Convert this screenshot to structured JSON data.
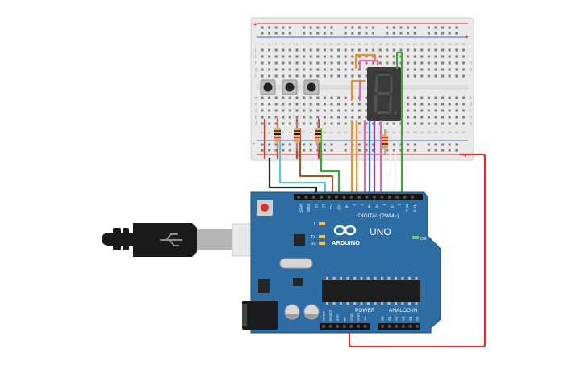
{
  "colors": {
    "board": "#2e6da4",
    "board_edge": "#1f4f7a",
    "breadboard": "#e9e9e9",
    "rail_red": "#d9332b",
    "rail_blue": "#3b6fb6",
    "wire_red": "#d9332b",
    "wire_black": "#222222",
    "wire_cyan": "#5bc4d8",
    "wire_brown": "#9a5a2b",
    "wire_green": "#3fa535",
    "wire_orange": "#f0901e",
    "wire_pink": "#e066b8",
    "wire_purple": "#7b3fbf",
    "wire_blue": "#3b6fd6",
    "wire_white": "#f4f4f4"
  },
  "breadboard": {
    "plus": "+",
    "minus": "-",
    "column_numbers": [
      "1",
      "2",
      "3",
      "4",
      "5",
      "6",
      "7",
      "8",
      "9",
      "10",
      "11",
      "12",
      "13",
      "14",
      "15",
      "16",
      "17",
      "18",
      "19",
      "20",
      "21",
      "22",
      "23",
      "24",
      "25",
      "26",
      "27",
      "28",
      "29",
      "30"
    ],
    "row_letters_top": [
      "j",
      "i",
      "h",
      "g",
      "f"
    ],
    "row_letters_bottom": [
      "e",
      "d",
      "c",
      "b",
      "a"
    ]
  },
  "arduino": {
    "brand": "ARDUINO",
    "model": "UNO",
    "digital_label": "DIGITAL (PWM~)",
    "power_label": "POWER",
    "analog_label": "ANALOG IN",
    "on_label": "ON",
    "led_labels": [
      "L",
      "TX",
      "RX"
    ],
    "top_header_pins": [
      "AREF",
      "GND",
      "13",
      "12",
      "~11",
      "~10",
      "~9",
      "8",
      "7",
      "~6",
      "~5",
      "4",
      "~3",
      "2",
      "TX 1",
      "RX 0"
    ],
    "power_pins": [
      "IOREF",
      "RESET",
      "3.3V",
      "5V",
      "GND",
      "GND",
      "Vin"
    ],
    "analog_pins": [
      "A0",
      "A1",
      "A2",
      "A3",
      "A4",
      "A5"
    ]
  },
  "seven_segment": {
    "digit": "8"
  },
  "components": {
    "buttons": [
      "button-1",
      "button-2",
      "button-3"
    ],
    "resistors": [
      "resistor-1",
      "resistor-2",
      "resistor-3",
      "resistor-4"
    ]
  }
}
